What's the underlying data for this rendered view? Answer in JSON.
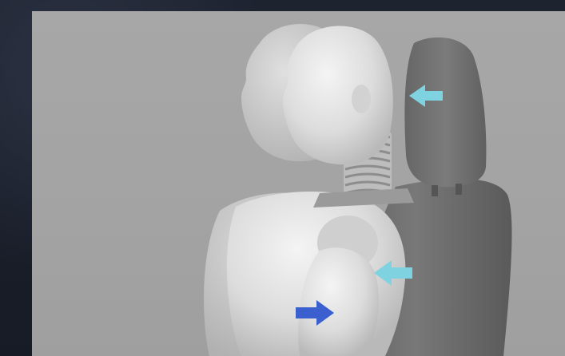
{
  "image": {
    "subject": "crash-test-dummy-seat-illustration",
    "colors": {
      "background": "#1a1f2b",
      "panel": "#a5a5a5",
      "figure": "#e8e8e8",
      "seat": "#6e6e6e",
      "light_arrow": "#7fd3e0",
      "dark_arrow": "#3c5fd0"
    },
    "arrows": [
      {
        "name": "headrest-arrow",
        "direction": "left",
        "color": "light"
      },
      {
        "name": "backrest-arrow",
        "direction": "left",
        "color": "light"
      },
      {
        "name": "lumbar-arrow",
        "direction": "right",
        "color": "dark"
      }
    ]
  }
}
